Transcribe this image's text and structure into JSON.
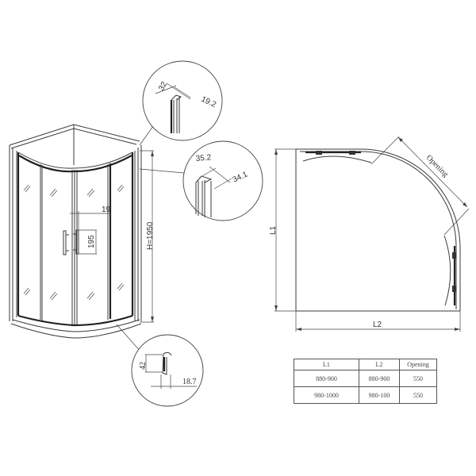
{
  "diagram": {
    "type": "shower-enclosure-technical-drawing",
    "front_view": {
      "height_label": "H=1950",
      "handle_offset_label": "19",
      "handle_length_label": "195"
    },
    "detail_top": {
      "dim_a": "32",
      "dim_b": "19.2"
    },
    "detail_middle": {
      "dim_a": "35.2",
      "dim_b": "34.1"
    },
    "detail_bottom": {
      "dim_a": "42",
      "dim_b": "18.7"
    },
    "plan_view": {
      "l1_label": "L1",
      "l2_label": "L2",
      "opening_label": "Opening"
    }
  },
  "table": {
    "headers": [
      "L1",
      "L2",
      "Opening"
    ],
    "rows": [
      [
        "880-900",
        "880-900",
        "550"
      ],
      [
        "980-1000",
        "980-100",
        "550"
      ]
    ]
  }
}
